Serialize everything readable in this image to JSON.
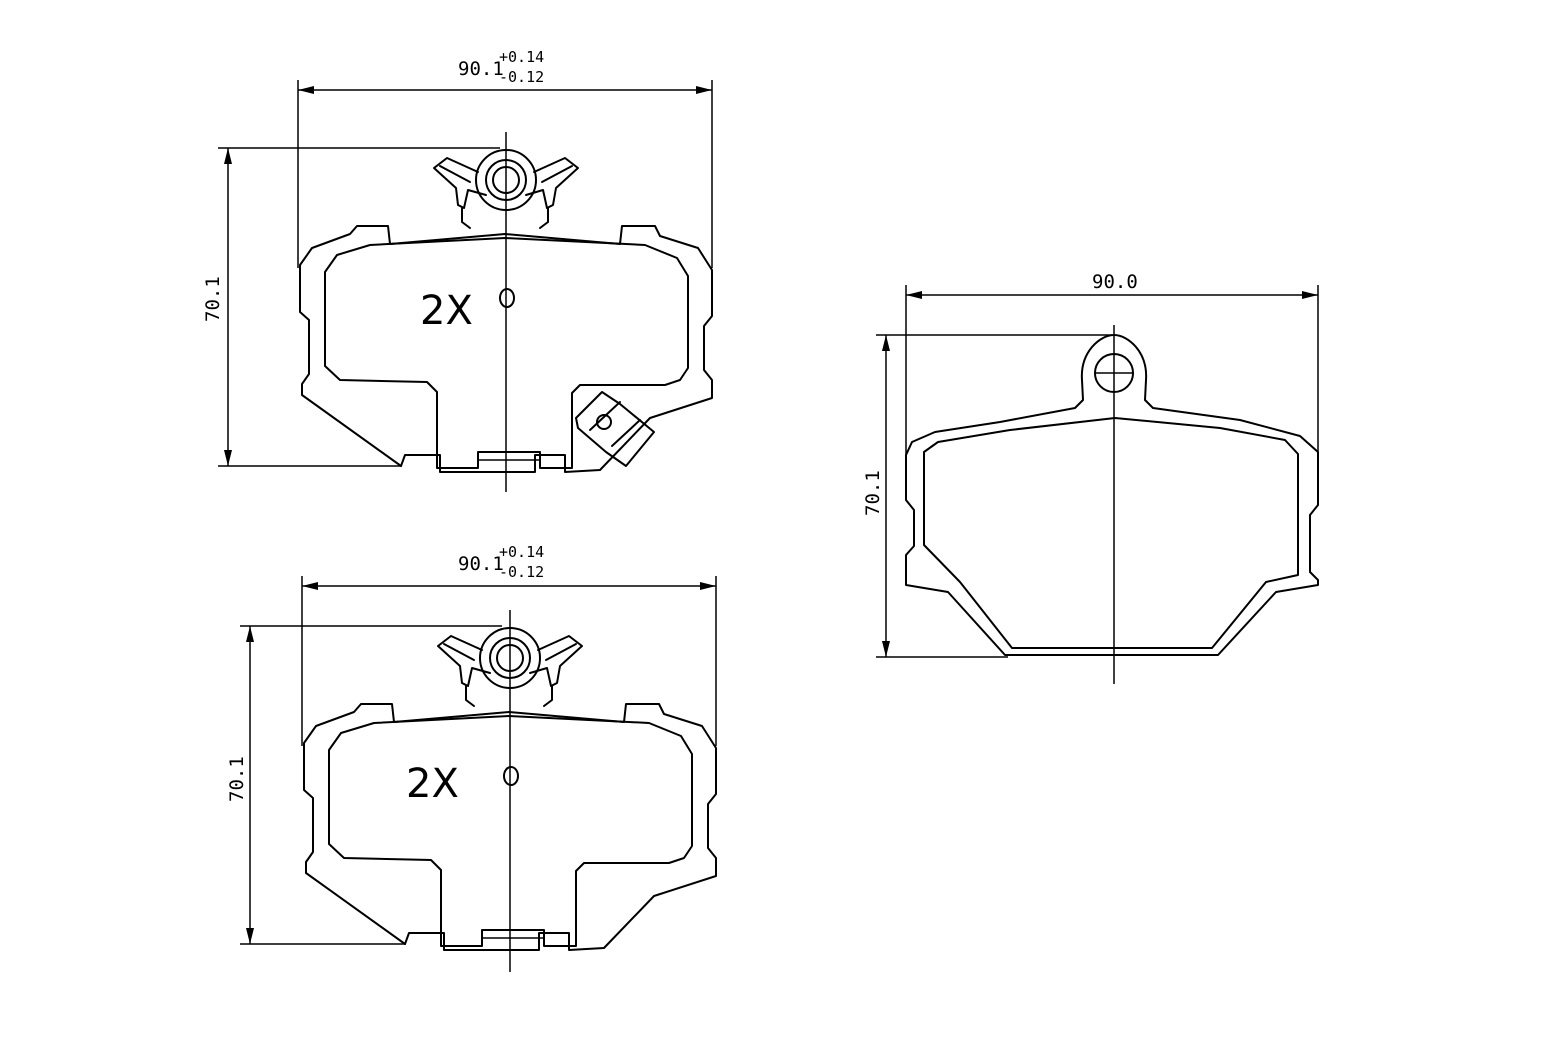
{
  "views": {
    "top_left": {
      "width_nominal": "90.1",
      "width_tol_upper": "+0.14",
      "width_tol_lower": "-0.12",
      "height": "70.1",
      "quantity": "2X"
    },
    "bottom_left": {
      "width_nominal": "90.1",
      "width_tol_upper": "+0.14",
      "width_tol_lower": "-0.12",
      "height": "70.1",
      "quantity": "2X"
    },
    "right": {
      "width": "90.0",
      "height": "70.1"
    }
  },
  "colors": {
    "line": "#000000",
    "background": "#ffffff"
  }
}
